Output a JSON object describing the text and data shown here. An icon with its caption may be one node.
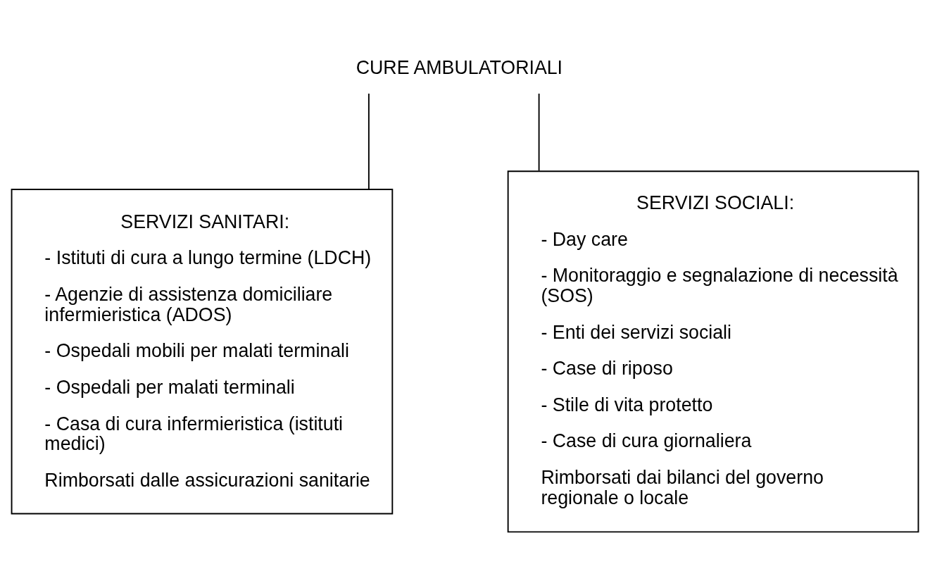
{
  "diagram": {
    "nodes": [
      {
        "text": [
          "CURE AMBULATORIALI"
        ]
      },
      {
        "text": [
          "SERVIZI SANITARI:",
          "- Istituti di cura a lungo termine (LDCH)",
          "- Agenzie di assistenza domiciliare infermieristica (ADOS)",
          "- Ospedali mobili per malati terminali",
          "- Ospedali per malati terminali",
          "- Casa di cura infermieristica (istituti medici)",
          "Rimborsati dalle assicurazioni sanitarie"
        ]
      },
      {
        "text": [
          "SERVIZI SOCIALI:",
          "- Day care",
          "- Monitoraggio e segnalazione di necessità (SOS)",
          "- Enti dei servizi sociali",
          "- Case di riposo",
          "- Stile di vita protetto",
          "- Case di cura giornaliera",
          "Rimborsati dai bilanci del governo regionale o locale"
        ]
      }
    ],
    "edges": [
      {
        "from": 0,
        "to": 1,
        "arrow": "none"
      },
      {
        "from": 0,
        "to": 2,
        "arrow": "none"
      }
    ]
  }
}
